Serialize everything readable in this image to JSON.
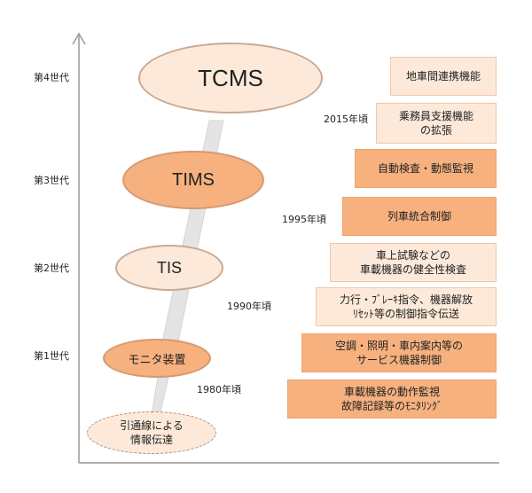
{
  "generations": [
    {
      "label": "第4世代"
    },
    {
      "label": "第3世代"
    },
    {
      "label": "第2世代"
    },
    {
      "label": "第1世代"
    }
  ],
  "systems": {
    "tcms": "TCMS",
    "tims": "TIMS",
    "tis": "TIS",
    "monitor": "モニタ装置",
    "initial_line1": "引通線による",
    "initial_line2": "情報伝達"
  },
  "years": {
    "y2015": "2015年頃",
    "y1995": "1995年頃",
    "y1990": "1990年頃",
    "y1980": "1980年頃"
  },
  "features": {
    "f1": {
      "line1": "地車間連携機能"
    },
    "f2": {
      "line1": "乗務員支援機能",
      "line2": "の拡張"
    },
    "f3": {
      "line1": "自動検査・動態監視"
    },
    "f4": {
      "line1": "列車統合制御"
    },
    "f5": {
      "line1": "車上試験などの",
      "line2": "車載機器の健全性検査"
    },
    "f6": {
      "line1": "力行・ﾌﾞﾚｰｷ指令、機器解放",
      "line2": "ﾘｾｯﾄ等の制御指令伝送"
    },
    "f7": {
      "line1": "空調・照明・車内案内等の",
      "line2": "サービス機器制御"
    },
    "f8": {
      "line1": "車載機器の動作監視",
      "line2": "故障記録等のﾓﾆﾀﾘﾝｸﾞ"
    }
  },
  "colors": {
    "light_fill": "#fde9d9",
    "dark_fill": "#f6b17f",
    "ribbon": "#e4e4e4",
    "axis": "#999999"
  }
}
